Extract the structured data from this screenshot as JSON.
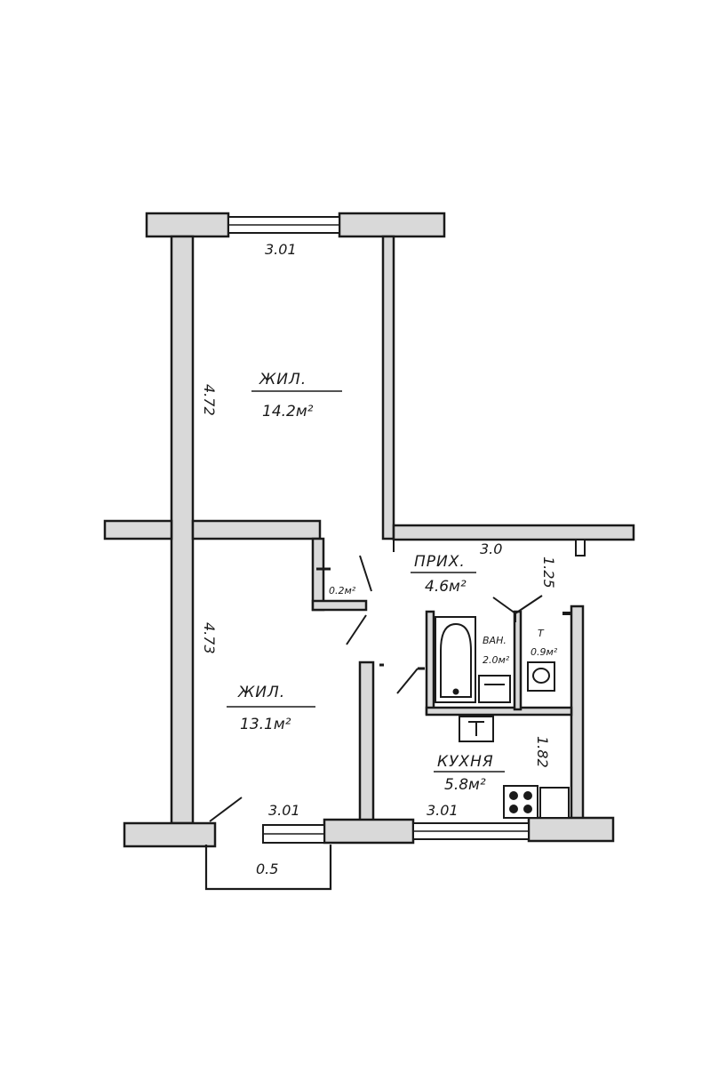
{
  "rooms": {
    "living_top": {
      "name": "ЖИЛ.",
      "area": "14.2м²"
    },
    "living_bottom": {
      "name": "ЖИЛ.",
      "area": "13.1м²"
    },
    "hall": {
      "name": "ПРИХ.",
      "area": "4.6м²"
    },
    "kitchen": {
      "name": "КУХНЯ",
      "area": "5.8м²"
    },
    "bath": {
      "name": "ВАН.",
      "area": "2.0м²"
    },
    "wc": {
      "name": "Т",
      "area": "0.9м²"
    }
  },
  "dimensions": {
    "top_width": "3.01",
    "top_height": "4.72",
    "bottom_height": "4.73",
    "hall_width": "3.0",
    "closet_area": "0.2м²",
    "hall_depth": "1.25",
    "kitchen_depth": "1.82",
    "bottom_left_width": "3.01",
    "bottom_right_width": "3.01",
    "balcony_depth": "0.5"
  },
  "colors": {
    "wall_fill": "#d9d9d9",
    "line": "#1a1a1a"
  }
}
